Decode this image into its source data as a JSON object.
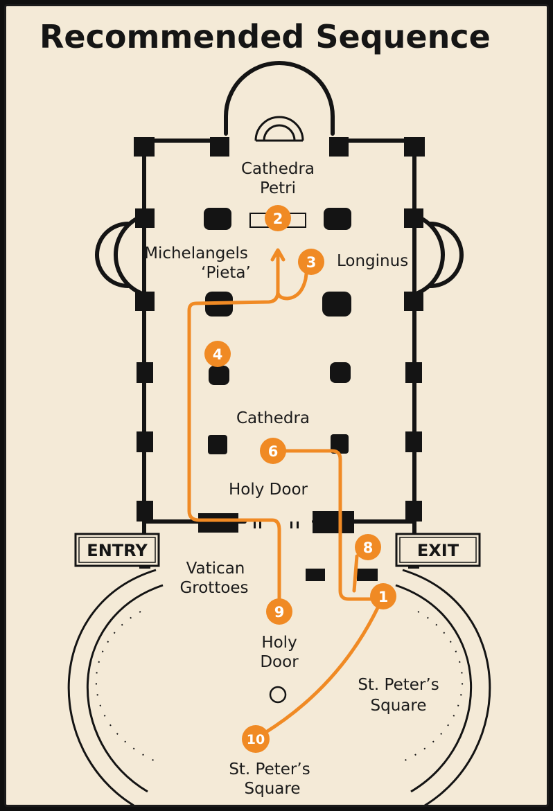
{
  "title": "Recommended Sequence",
  "signs": {
    "entry": "ENTRY",
    "exit": "EXIT"
  },
  "labels": {
    "cathedra_petri": [
      "Cathedra",
      "Petri"
    ],
    "pieta": [
      "Michelangels",
      "‘Pieta’"
    ],
    "longinus": "Longinus",
    "cathedra": "Cathedra",
    "holy_door_nave": "Holy Door",
    "grottoes": [
      "Vatican",
      "Grottoes"
    ],
    "holy_door_outer": [
      "Holy",
      "Door"
    ],
    "square_right": [
      "St. Peter’s",
      "Square"
    ],
    "square_bottom": [
      "St. Peter’s",
      "Square"
    ]
  },
  "markers": [
    "1",
    "2",
    "3",
    "4",
    "6",
    "8",
    "9",
    "10"
  ],
  "colors": {
    "route": "#f08a24",
    "walls": "#141414",
    "paper": "#f4ead7"
  }
}
